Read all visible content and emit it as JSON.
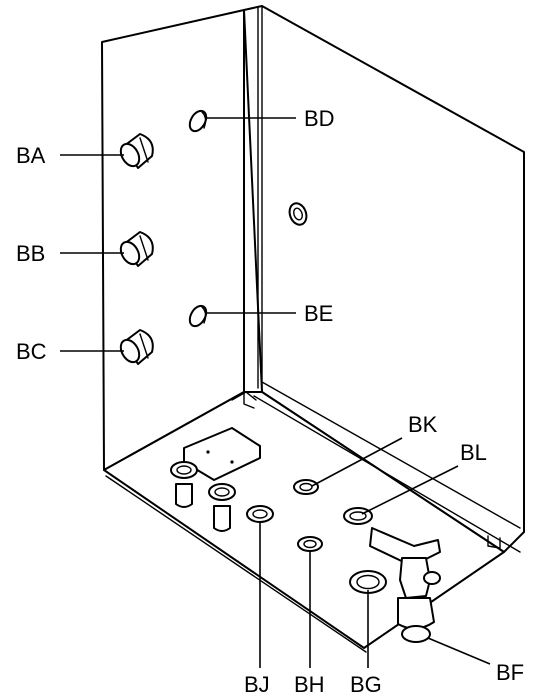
{
  "callouts": {
    "ba": "BA",
    "bb": "BB",
    "bc": "BC",
    "bd": "BD",
    "be": "BE",
    "bf": "BF",
    "bg": "BG",
    "bh": "BH",
    "bj": "BJ",
    "bk": "BK",
    "bl": "BL"
  }
}
